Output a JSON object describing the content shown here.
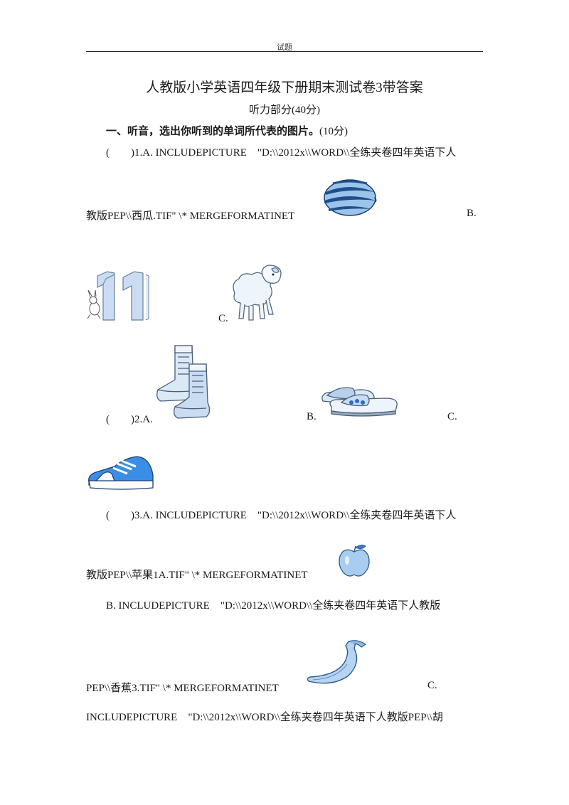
{
  "header": {
    "text": "试题"
  },
  "title": "人教版小学英语四年级下册期末测试卷3带答案",
  "subtitle": "听力部分(40分)",
  "section1": {
    "heading": "一、听音，选出你听到的单词所代表的图片。",
    "points": "(10分)"
  },
  "q1": {
    "line1": "(　　)1.A. INCLUDEPICTURE　\"D:\\\\2012x\\\\WORD\\\\全练夹卷四年英语下人",
    "line2": "教版PEP\\\\西瓜.TIF\"  \\*  MERGEFORMATINET",
    "opt_b": "B.",
    "opt_c": "C."
  },
  "q2": {
    "prefix": "(　　)2.A.",
    "opt_b": "B.",
    "opt_c": "C."
  },
  "q3": {
    "line1": "(　　)3.A. INCLUDEPICTURE　\"D:\\\\2012x\\\\WORD\\\\全练夹卷四年英语下人",
    "line2": "教版PEP\\\\苹果1A.TIF\"  \\*  MERGEFORMATINET",
    "line3": "B. INCLUDEPICTURE　\"D:\\\\2012x\\\\WORD\\\\全练夹卷四年英语下人教版",
    "line4": "PEP\\\\香蕉3.TIF\"  \\*  MERGEFORMATINET",
    "opt_c": "C.",
    "line5": "INCLUDEPICTURE　\"D:\\\\2012x\\\\WORD\\\\全练夹卷四年英语下人教版PEP\\\\胡"
  },
  "icons": [
    "watermelon-icon",
    "eleven-icon",
    "sheep-icon",
    "boots-icon",
    "slippers-icon",
    "sneaker-icon",
    "apple-icon",
    "banana-icon"
  ],
  "colors": {
    "picture_blue": "#4a8fd8",
    "picture_light": "#bcd6f2",
    "text": "#1a1a1a"
  }
}
